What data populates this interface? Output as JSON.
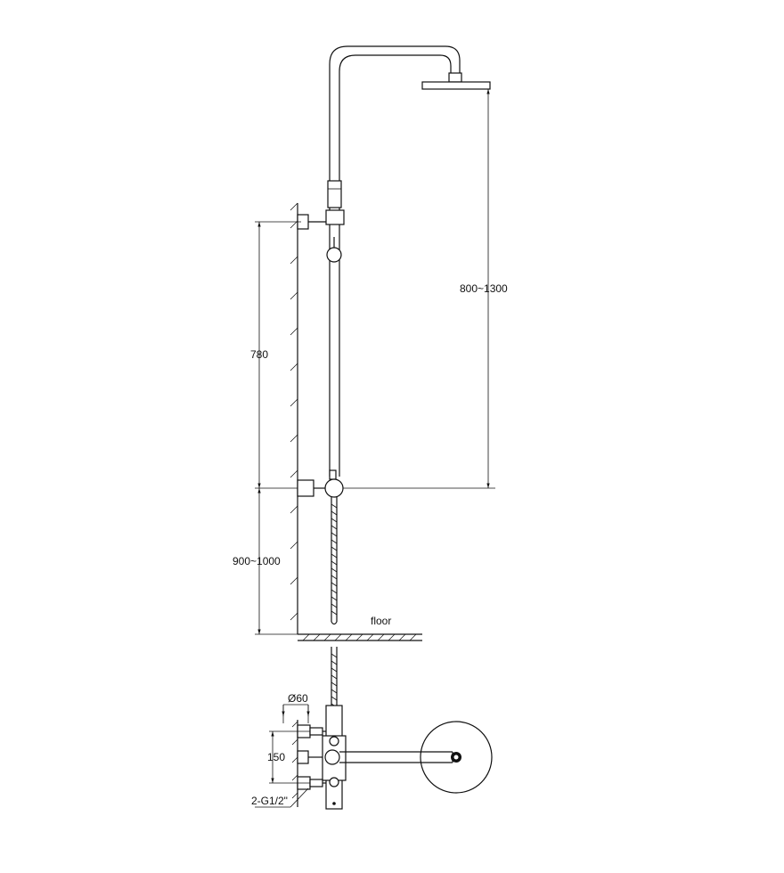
{
  "dimensions": {
    "height_780": "780",
    "height_900_1000": "900~1000",
    "height_800_1300": "800~1300",
    "spacing_150": "150",
    "diameter_60": "Ø60",
    "inlet": "2-G1/2\""
  },
  "labels": {
    "floor": "floor"
  }
}
